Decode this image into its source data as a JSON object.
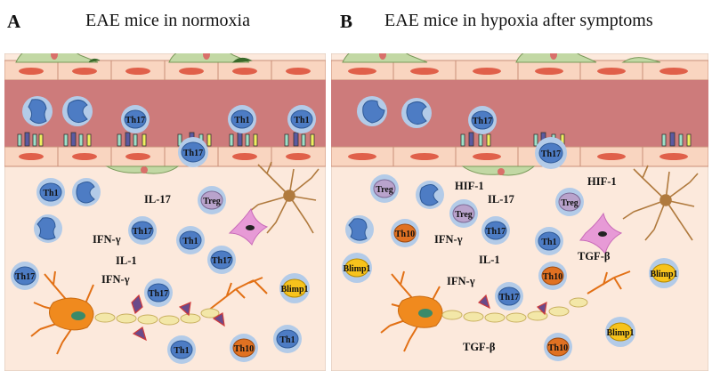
{
  "panels": [
    {
      "label": "A",
      "title": "EAE mice in normoxia"
    },
    {
      "label": "B",
      "title": "EAE mice in hypoxia after symptoms"
    }
  ],
  "colors": {
    "background": "#fce9dc",
    "vessel": "#cd7b7b",
    "endothelial_cell": "#f9d5c0",
    "endothelial_nucleus": "#e0604a",
    "pericyte": "#c2d8a4",
    "cell_halo": "#b3cbe8",
    "th_cell": "#4d7cc4",
    "treg": "#b9a3cc",
    "th10": "#e07122",
    "blimp1": "#f7c31c",
    "neuron": "#f08a1e",
    "astrocyte": "#b07a3e",
    "microglia": "#e79ad6"
  },
  "panel_a": {
    "vessel_cells": [
      "Th17",
      "Th1",
      "Th1"
    ],
    "migrating_cell": "Th17",
    "tissue_cells": [
      "Th1",
      "Treg",
      "Th17",
      "Th1",
      "Th17",
      "Th17",
      "Blimp1",
      "Th17",
      "Th1",
      "Th10",
      "Th1"
    ],
    "cytokines": [
      "IL-17",
      "IFN-γ",
      "IL-1",
      "IFN-γ"
    ]
  },
  "panel_b": {
    "vessel_cells": [
      "Th17"
    ],
    "migrating_cell": "Th17",
    "tissue_cells": [
      "Treg",
      "Treg",
      "Treg",
      "Th10",
      "Th17",
      "Th1",
      "Blimp1",
      "Th10",
      "Blimp1",
      "Th17",
      "Th10",
      "Blimp1"
    ],
    "cytokines": [
      "HIF-1",
      "IL-17",
      "HIF-1",
      "IFN-γ",
      "IL-1",
      "TGF-β",
      "IFN-γ",
      "TGF-β"
    ]
  }
}
